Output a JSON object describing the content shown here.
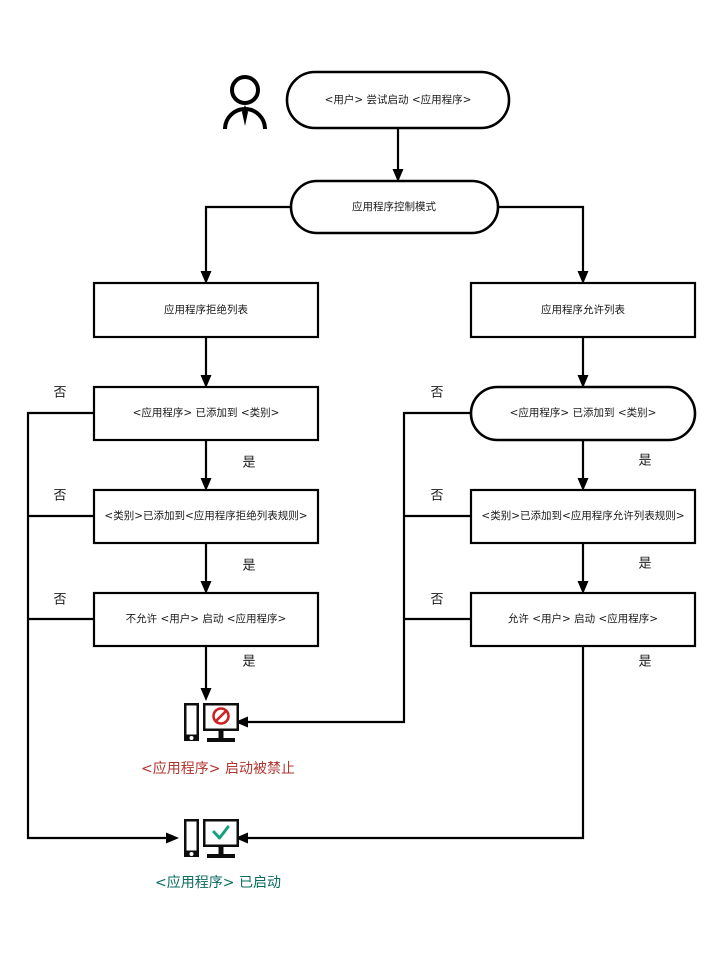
{
  "diagram": {
    "title": "应用程序控制模式",
    "type": "flowchart",
    "colors": {
      "line": "#000000",
      "node_fill": "#ffffff",
      "blocked": "#b0352f",
      "allowed": "#0a6b60",
      "deny_mark": "#cc2222",
      "check_mark": "#15a07f"
    },
    "actor": {
      "icon": "person-icon",
      "label": ""
    },
    "start": {
      "label": "<用户> 尝试启动 <应用程序>",
      "shape": "rounded"
    },
    "mode": {
      "label": "应用程序控制模式",
      "shape": "rounded"
    },
    "branches": {
      "left": {
        "name": "denylist",
        "header": "应用程序拒绝列表",
        "steps": [
          {
            "label": "<应用程序> 已添加到 <类别>",
            "shape": "rect",
            "yes": "是",
            "no": "否"
          },
          {
            "label": "<类别>已添加到<应用程序拒绝列表规则>",
            "shape": "rect",
            "yes": "是",
            "no": "否"
          },
          {
            "label": "不允许 <用户> 启动 <应用程序>",
            "shape": "rect",
            "yes": "是",
            "no": "否"
          }
        ]
      },
      "right": {
        "name": "allowlist",
        "header": "应用程序允许列表",
        "steps": [
          {
            "label": "<应用程序> 已添加到 <类别>",
            "shape": "rounded",
            "yes": "是",
            "no": "否"
          },
          {
            "label": "<类别>已添加到<应用程序允许列表规则>",
            "shape": "rect",
            "yes": "是",
            "no": "否"
          },
          {
            "label": "允许 <用户> 启动 <应用程序>",
            "shape": "rect",
            "yes": "是",
            "no": "否"
          }
        ]
      }
    },
    "outcomes": {
      "blocked": {
        "icon": "computer-blocked-icon",
        "label": "<应用程序> 启动被禁止"
      },
      "allowed": {
        "icon": "computer-allowed-icon",
        "label": "<应用程序> 已启动"
      }
    }
  }
}
